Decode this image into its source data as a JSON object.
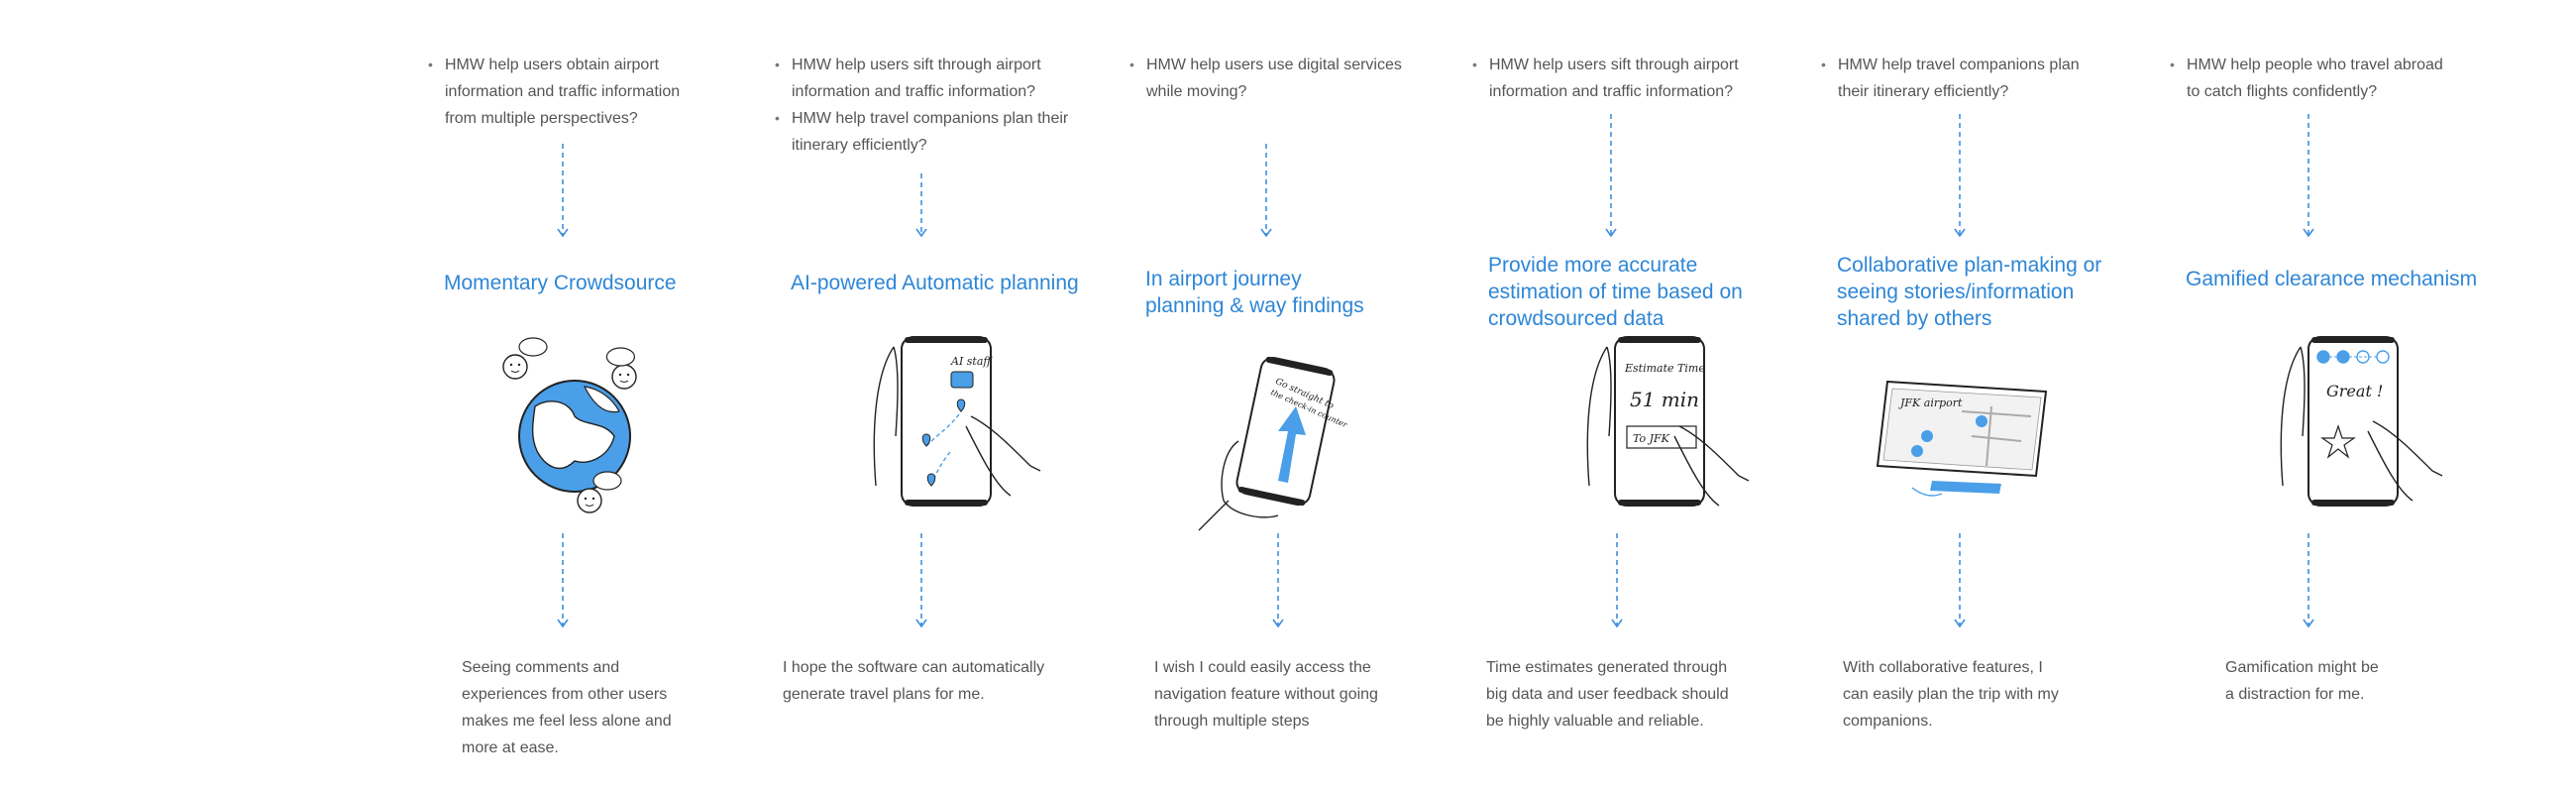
{
  "columns": [
    {
      "hmw": [
        "HMW help users obtain airport information and traffic information from multiple perspectives?"
      ],
      "hmw_lines": [
        [
          "HMW help users obtain airport",
          "information and traffic information",
          "from multiple perspectives?"
        ]
      ],
      "title_lines": [
        "Momentary Crowdsource"
      ],
      "quote_lines": [
        "Seeing comments and",
        "experiences from other users",
        "makes me feel less alone and",
        "more at ease."
      ],
      "illustration": "crowdsource-globe"
    },
    {
      "hmw_lines": [
        [
          "HMW help users sift through airport",
          "information and traffic information?"
        ],
        [
          "HMW help travel companions plan their",
          "itinerary efficiently?"
        ]
      ],
      "title_lines": [
        "AI-powered Automatic planning"
      ],
      "quote_lines": [
        "I hope the software can automatically",
        "generate travel plans for me."
      ],
      "illustration": "phone-ai-planning",
      "phone_text": "AI staff"
    },
    {
      "hmw_lines": [
        [
          "HMW help users use digital services",
          "while moving?"
        ]
      ],
      "title_lines": [
        "In airport journey",
        "planning & way findings"
      ],
      "quote_lines": [
        "I wish I could easily access the",
        "navigation feature without going",
        "through multiple steps"
      ],
      "illustration": "phone-navigation",
      "phone_text_lines": [
        "Go straight to",
        "the check-in counter"
      ]
    },
    {
      "hmw_lines": [
        [
          "HMW help users sift through airport",
          "information and traffic information?"
        ]
      ],
      "title_lines": [
        "Provide more accurate",
        "estimation of time based on",
        "crowdsourced data"
      ],
      "quote_lines": [
        "Time estimates generated through",
        "big data and user feedback should",
        "be highly valuable and reliable."
      ],
      "illustration": "phone-time-estimate",
      "phone_text_lines": [
        "Estimate Time",
        "51 min",
        "To JFK"
      ]
    },
    {
      "hmw_lines": [
        [
          "HMW help travel companions plan",
          "their itinerary efficiently?"
        ]
      ],
      "title_lines": [
        "Collaborative plan-making or",
        "seeing stories/information",
        "shared by others"
      ],
      "quote_lines": [
        "With collaborative features, I",
        "can easily plan the trip with my",
        "companions."
      ],
      "illustration": "tablet-collaborative-map",
      "tablet_text": "JFK airport"
    },
    {
      "hmw_lines": [
        [
          "HMW help people who travel abroad",
          "to catch flights confidently?"
        ]
      ],
      "title_lines": [
        "Gamified clearance mechanism"
      ],
      "quote_lines": [
        "Gamification might be",
        "a distraction for me."
      ],
      "illustration": "phone-gamified",
      "phone_text": "Great !"
    }
  ],
  "colors": {
    "accent": "#2e86d6",
    "text": "#555555",
    "arrow": "#3f8fde",
    "sketch": "#222222",
    "fill_blue": "#4a9fe8"
  }
}
